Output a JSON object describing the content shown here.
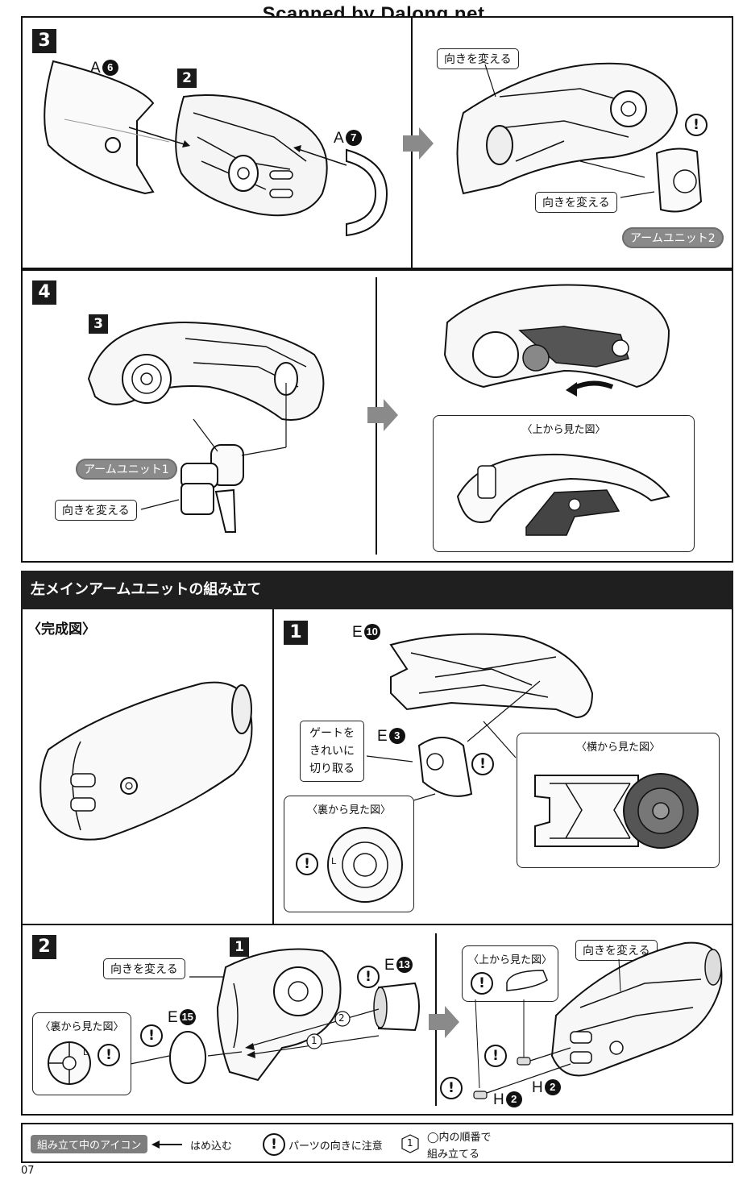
{
  "watermark": "Scanned by Dalong.net",
  "page_number": "07",
  "step3": {
    "number": "3",
    "sub_step": "2",
    "part_a6": {
      "letter": "A",
      "num": "6"
    },
    "part_a7": {
      "letter": "A",
      "num": "7"
    },
    "callout_rotate_1": "向きを変える",
    "callout_rotate_2": "向きを変える",
    "unit_pill": "アームユニット2",
    "warn": "!"
  },
  "step4": {
    "number": "4",
    "sub_step": "3",
    "unit_pill": "アームユニット1",
    "callout_rotate": "向きを変える",
    "view_title": "〈上から見た図〉"
  },
  "section": {
    "title": "左メインアームユニットの組み立て",
    "complete_title": "〈完成図〉"
  },
  "sec_step1": {
    "number": "1",
    "part_e10": {
      "letter": "E",
      "num": "10"
    },
    "part_e3": {
      "letter": "E",
      "num": "3"
    },
    "callout_gate": "ゲートを\nきれいに\n切り取る",
    "callout_gate_lines": [
      "ゲートを",
      "きれいに",
      "切り取る"
    ],
    "view_side_title": "〈横から見た図〉",
    "view_back_title": "〈裏から見た図〉",
    "back_marker": "L",
    "warn": "!"
  },
  "sec_step2": {
    "number": "2",
    "sub_step": "1",
    "callout_rotate_left": "向きを変える",
    "callout_rotate_right": "向きを変える",
    "part_e13": {
      "letter": "E",
      "num": "13"
    },
    "part_e15": {
      "letter": "E",
      "num": "15"
    },
    "part_h2a": {
      "letter": "H",
      "num": "2"
    },
    "part_h2b": {
      "letter": "H",
      "num": "2"
    },
    "order_1": "1",
    "order_2": "2",
    "view_back_title": "〈裏から見た図〉",
    "view_top_title": "〈上から見た図〉",
    "back_marker": "L",
    "warn": "!"
  },
  "legend": {
    "pill": "組み立て中のアイコン",
    "insert": "はめ込む",
    "orientation": "パーツの向きに注意",
    "order_line1": "◯内の順番で",
    "order_line2": "組み立てる",
    "order_symbol": "1",
    "warn": "!"
  }
}
